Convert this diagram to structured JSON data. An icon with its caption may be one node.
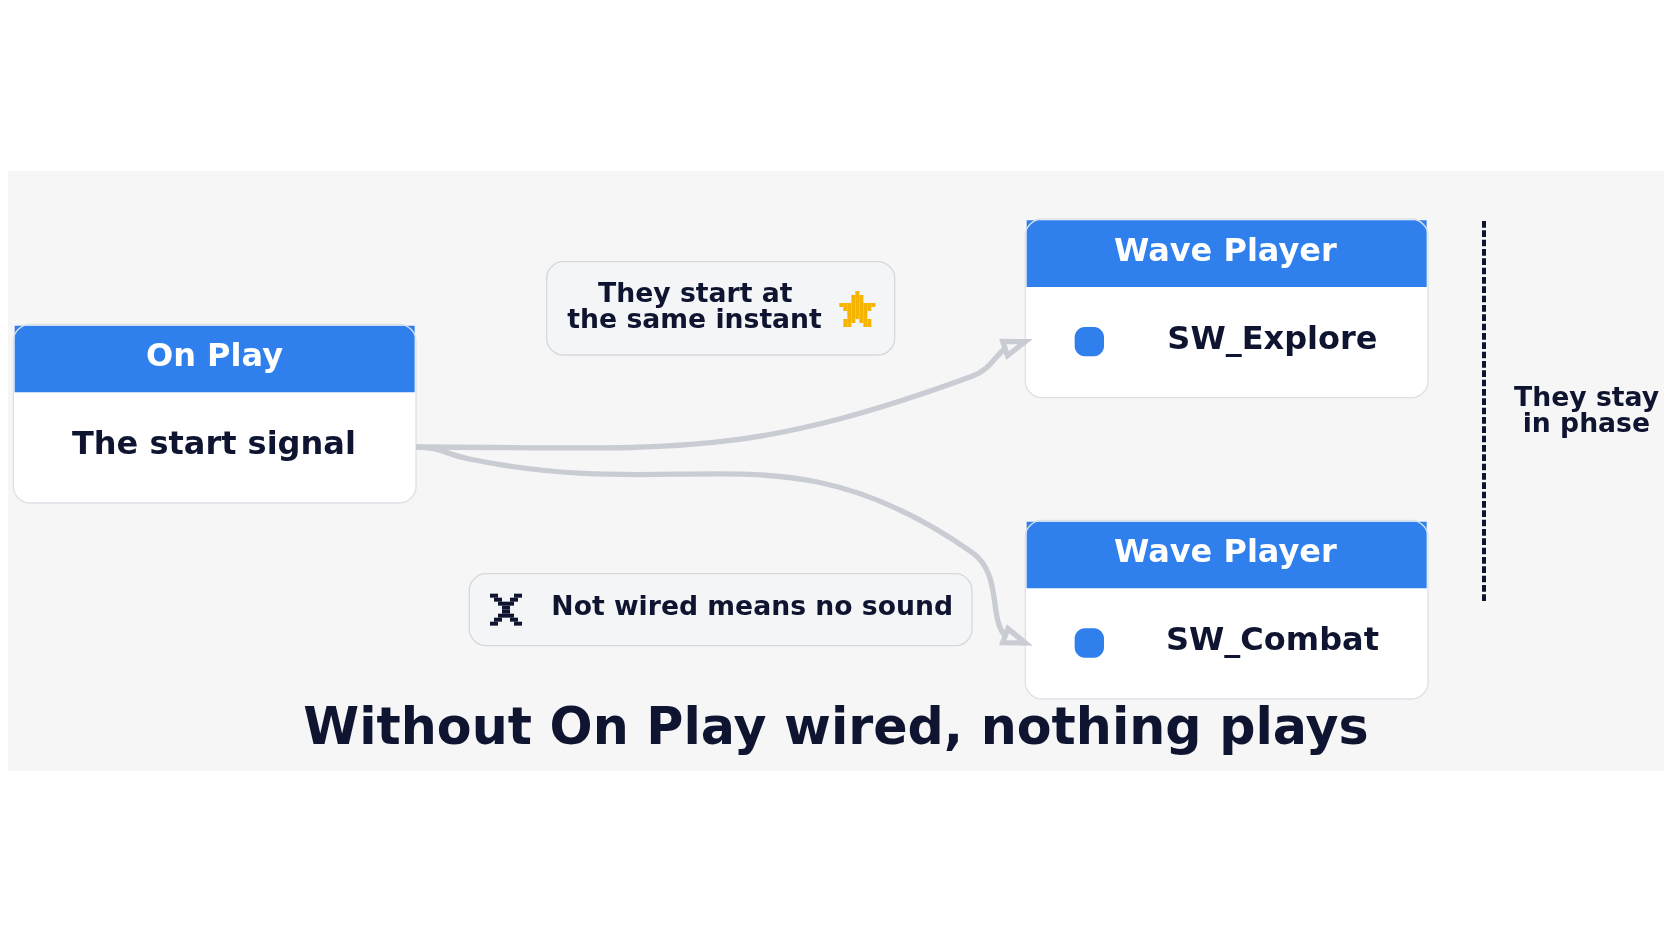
{
  "diagram": {
    "title": "Without On Play wired, nothing plays",
    "nodes": [
      {
        "text": [
          "On Play",
          "The start signal"
        ]
      },
      {
        "text": [
          "Wave Player",
          "SW_Explore"
        ]
      },
      {
        "text": [
          "Wave Player",
          "SW_Combat"
        ]
      },
      {
        "text": [
          "They start at the same instant"
        ]
      },
      {
        "text": [
          "Not wired means no sound"
        ]
      }
    ],
    "edges": [
      {
        "from": 0,
        "to": 1,
        "arrow": "to"
      },
      {
        "from": 0,
        "to": 2,
        "arrow": "to"
      }
    ],
    "labels": [
      "They stay in phase"
    ]
  }
}
